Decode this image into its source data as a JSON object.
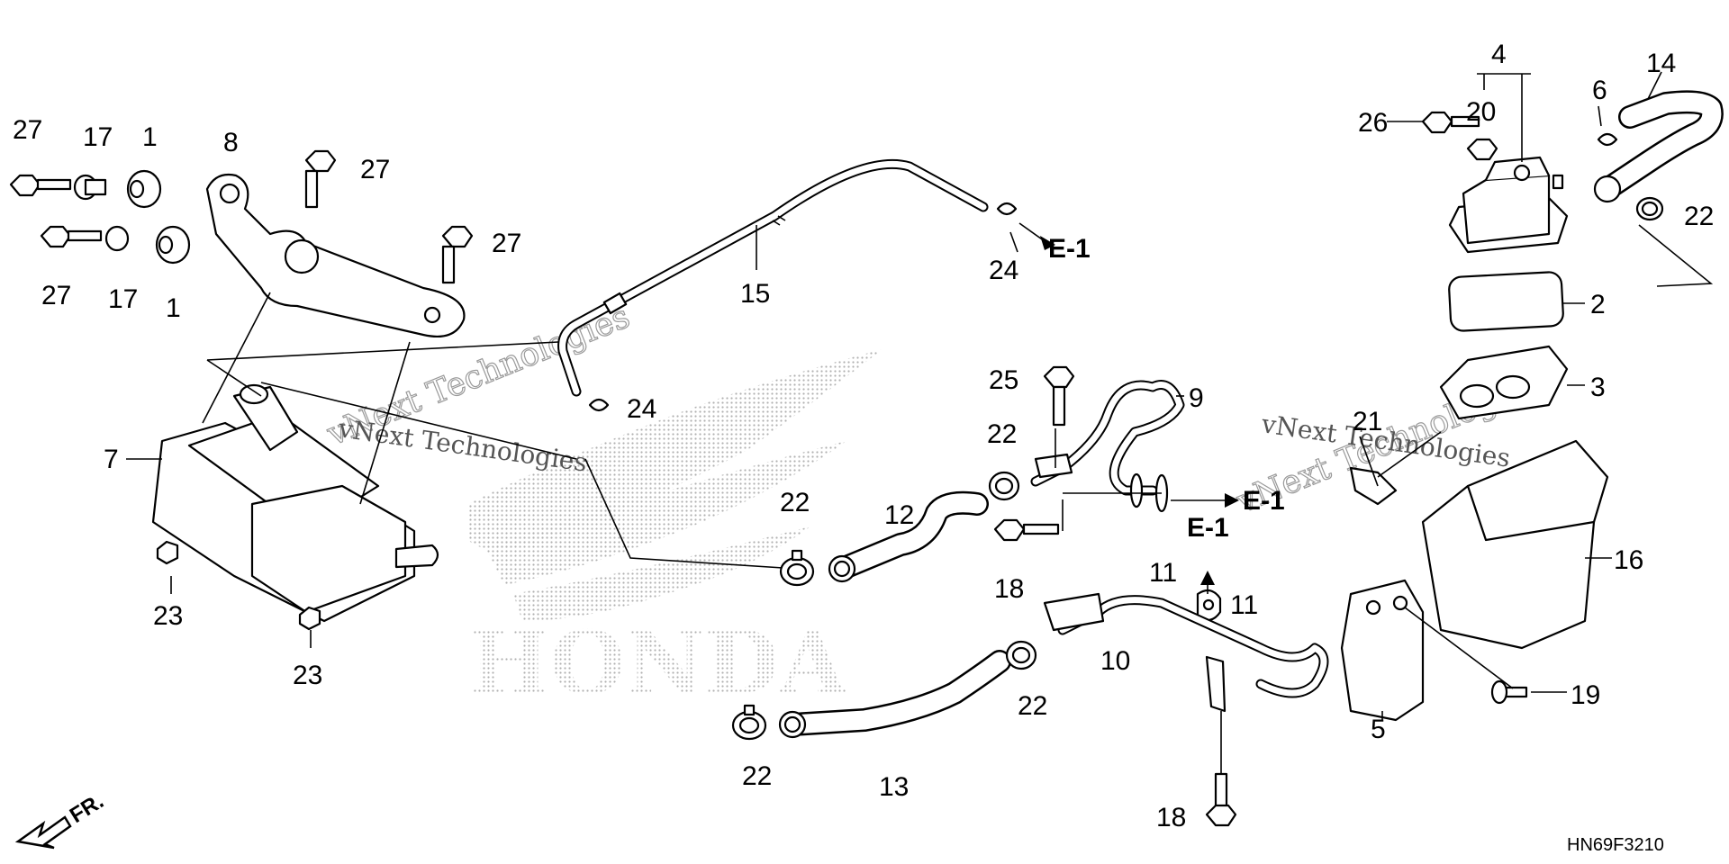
{
  "diagram": {
    "code": "HN69F3210",
    "front_label": "FR.",
    "brand_mark": "HONDA",
    "watermark": "vNext Technologies",
    "refs": {
      "e1_a": "E-1",
      "e1_b": "E-1",
      "e1_c": "E-1"
    },
    "callouts": {
      "c27a": "27",
      "c17a": "17",
      "c1a": "1",
      "c8": "8",
      "c27b": "27",
      "c27c": "27",
      "c27d": "27",
      "c17b": "17",
      "c1b": "1",
      "c7": "7",
      "c23a": "23",
      "c23b": "23",
      "c15": "15",
      "c24a": "24",
      "c24b": "24",
      "c22a": "22",
      "c12": "12",
      "c25": "25",
      "c22b": "22",
      "c9": "9",
      "c18a": "18",
      "c11a": "11",
      "c11b": "11",
      "c10": "10",
      "c22c": "22",
      "c13": "13",
      "c22d": "22",
      "c18b": "18",
      "c4": "4",
      "c20": "20",
      "c26": "26",
      "c6": "6",
      "c14": "14",
      "c22e": "22",
      "c2": "2",
      "c3": "3",
      "c21": "21",
      "c16": "16",
      "c5": "5",
      "c19": "19"
    }
  }
}
